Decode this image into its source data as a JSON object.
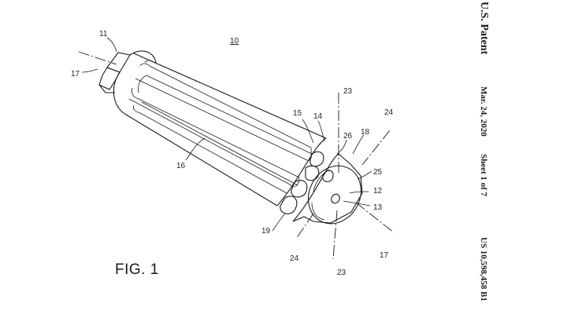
{
  "header": {
    "patent_label": "U.S. Patent",
    "date": "Mar. 24, 2020",
    "sheet": "Sheet 1 of 7",
    "patent_number": "US 10,598,458 B1"
  },
  "figure": {
    "title": "FIG. 1",
    "reference_numerals": {
      "n10": "10",
      "n11": "11",
      "n12": "12",
      "n13": "13",
      "n14": "14",
      "n15": "15",
      "n16": "16",
      "n17a": "17",
      "n17b": "17",
      "n18": "18",
      "n19": "19",
      "n23a": "23",
      "n23b": "23",
      "n24a": "24",
      "n24b": "24",
      "n25": "25",
      "n26": "26"
    }
  }
}
